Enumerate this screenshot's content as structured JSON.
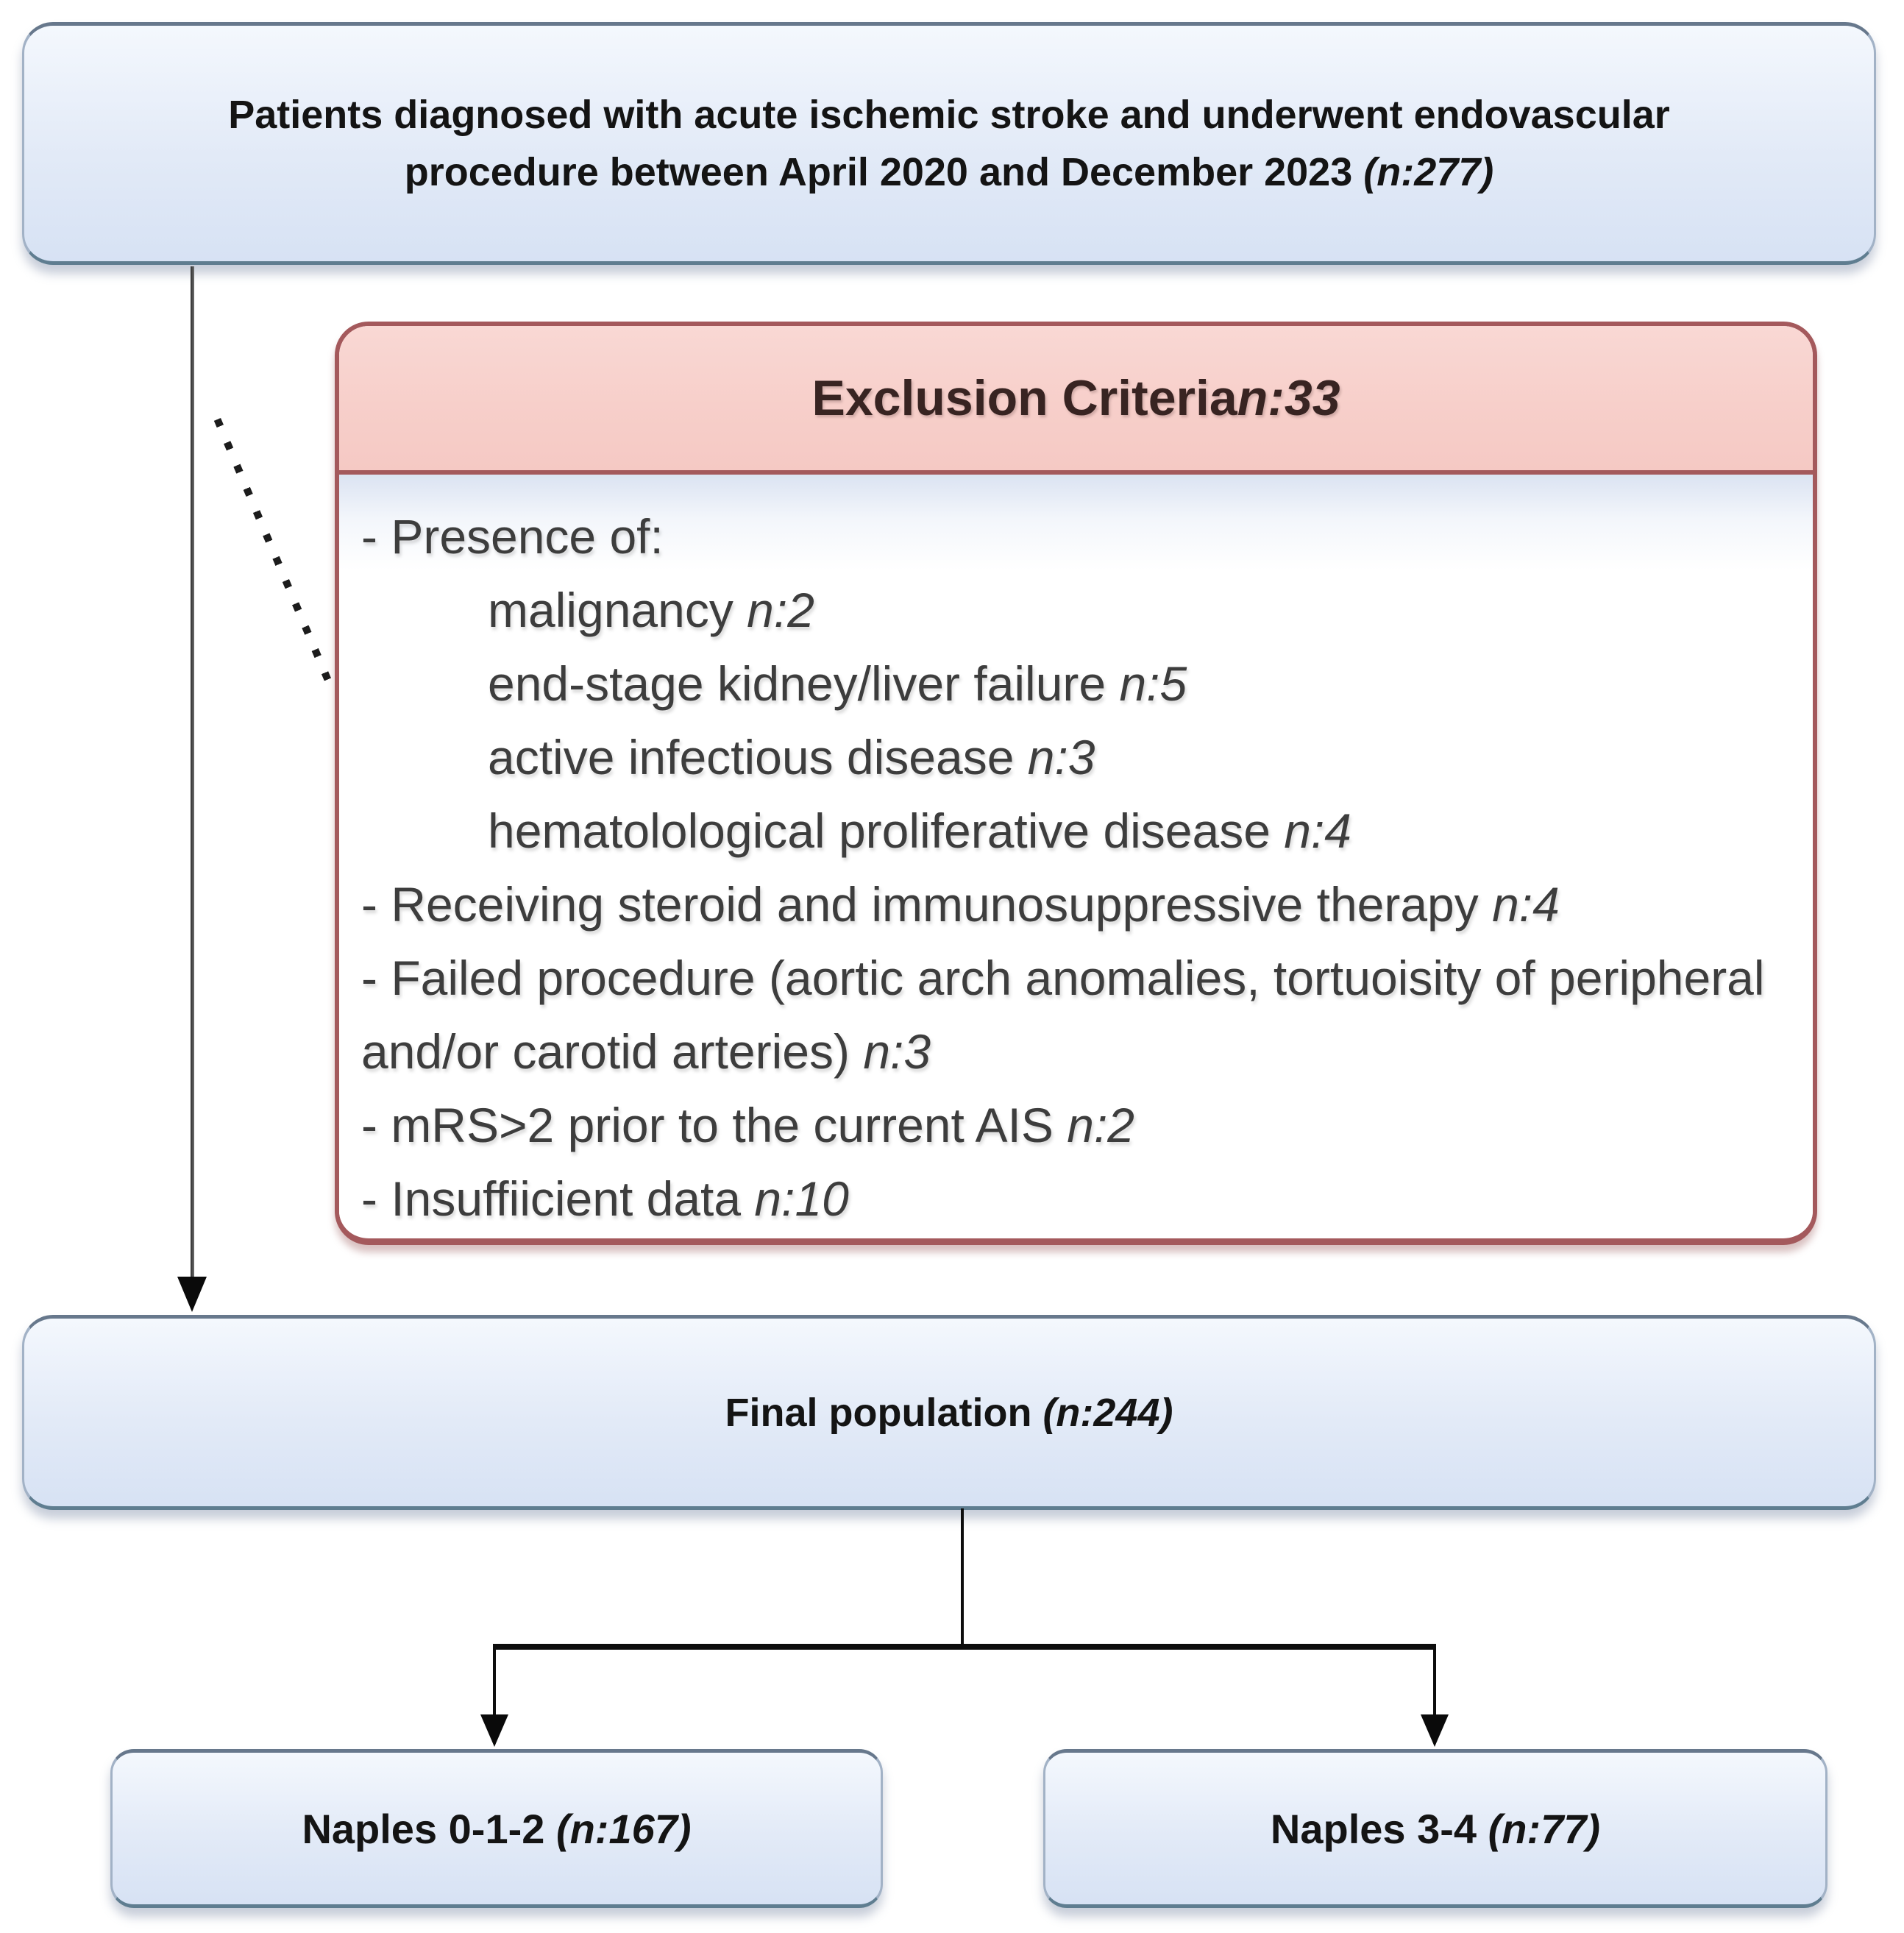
{
  "top_box": {
    "line1": "Patients diagnosed with acute ischemic stroke and underwent endovascular",
    "line2": "procedure between April 2020 and December 2023 ",
    "n": "(n:277)"
  },
  "exclusion": {
    "title": "Exclusion Criteria ",
    "title_n": "n:33",
    "items": [
      {
        "text": "- Presence of:",
        "n": ""
      },
      {
        "text": "malignancy ",
        "n": "n:2"
      },
      {
        "text": "end-stage kidney/liver failure ",
        "n": "n:5"
      },
      {
        "text": "active infectious disease ",
        "n": "n:3"
      },
      {
        "text": "hematolological proliferative disease ",
        "n": "n:4"
      },
      {
        "text": "- Receiving steroid and immunosuppressive therapy ",
        "n": "n:4"
      },
      {
        "text": "- Failed procedure (aortic arch anomalies, tortuoisity of peripheral and/or carotid arteries) ",
        "n": "n:3"
      },
      {
        "text": "- mRS>2 prior to the current AIS ",
        "n": "n:2"
      },
      {
        "text": "- Insuffiicient data ",
        "n": "n:10"
      }
    ]
  },
  "final_box": {
    "text": "Final population ",
    "n": "(n:244)"
  },
  "naples_low_box": {
    "text": "Naples 0-1-2 ",
    "n": "(n:167)"
  },
  "naples_high_box": {
    "text": "Naples 3-4 ",
    "n": "(n:77)"
  },
  "colors": {
    "blue_box_fill_top": "#f4f8fd",
    "blue_box_fill_bottom": "#d7e2f4",
    "blue_box_border": "#a2b2c6",
    "blue_box_accent": "#5f7d90",
    "exclusion_header_fill": "#f7cfca",
    "exclusion_border": "#a4595c",
    "body_text": "#3d3d3d",
    "arrow": "#0d0d0d"
  }
}
